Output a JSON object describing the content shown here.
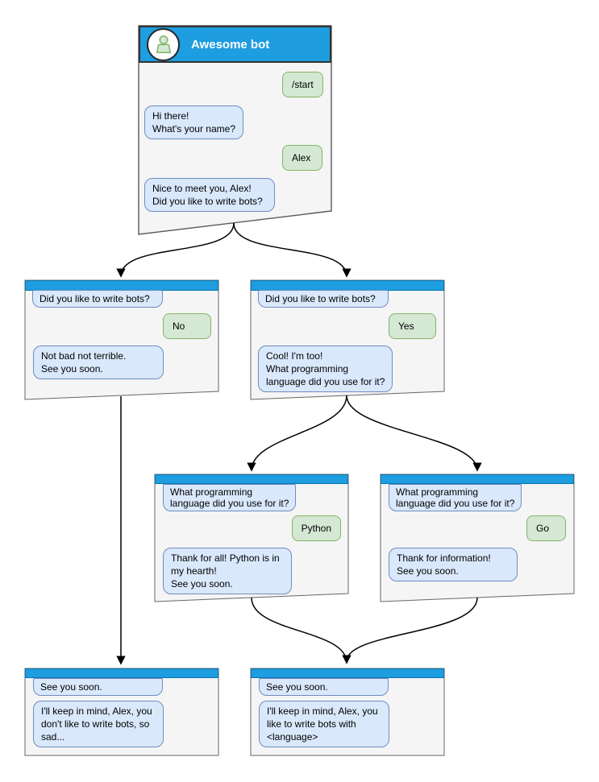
{
  "root_window": {
    "title": "Awesome bot",
    "messages": [
      {
        "role": "user",
        "text": "/start"
      },
      {
        "role": "bot",
        "text": "Hi there!\nWhat's your name?"
      },
      {
        "role": "user",
        "text": "Alex"
      },
      {
        "role": "bot",
        "text": "Nice to meet you, Alex!\nDid you like to write bots?"
      }
    ]
  },
  "no_branch": {
    "question": "Did you like to write bots?",
    "answer": "No",
    "reply": "Not bad not terrible.\nSee you soon."
  },
  "yes_branch": {
    "question": "Did you like to write bots?",
    "answer": "Yes",
    "reply": "Cool! I'm too!\nWhat programming\nlanguage did you use for it?"
  },
  "python_branch": {
    "question": "What programming\nlanguage did you use for it?",
    "answer": "Python",
    "reply": "Thank for all! Python is in\nmy hearth!\nSee you soon."
  },
  "go_branch": {
    "question": "What programming\nlanguage did you use for it?",
    "answer": "Go",
    "reply": "Thank for information!\nSee you soon."
  },
  "no_end": {
    "question": "See you soon.",
    "reply": "I'll keep in mind, Alex, you\ndon't like to write bots, so\nsad..."
  },
  "yes_end": {
    "question": "See you soon.",
    "reply": "I'll keep in mind, Alex, you\nlike to write bots with\n<language>"
  },
  "colors": {
    "header_blue": "#1E9DE0",
    "box_fill": "#F5F5F5",
    "box_border": "#666666",
    "bot_bubble_fill": "#DAE8FC",
    "bot_bubble_border": "#6C8EBF",
    "user_bubble_fill": "#D5E8D4",
    "user_bubble_border": "#82B366"
  }
}
